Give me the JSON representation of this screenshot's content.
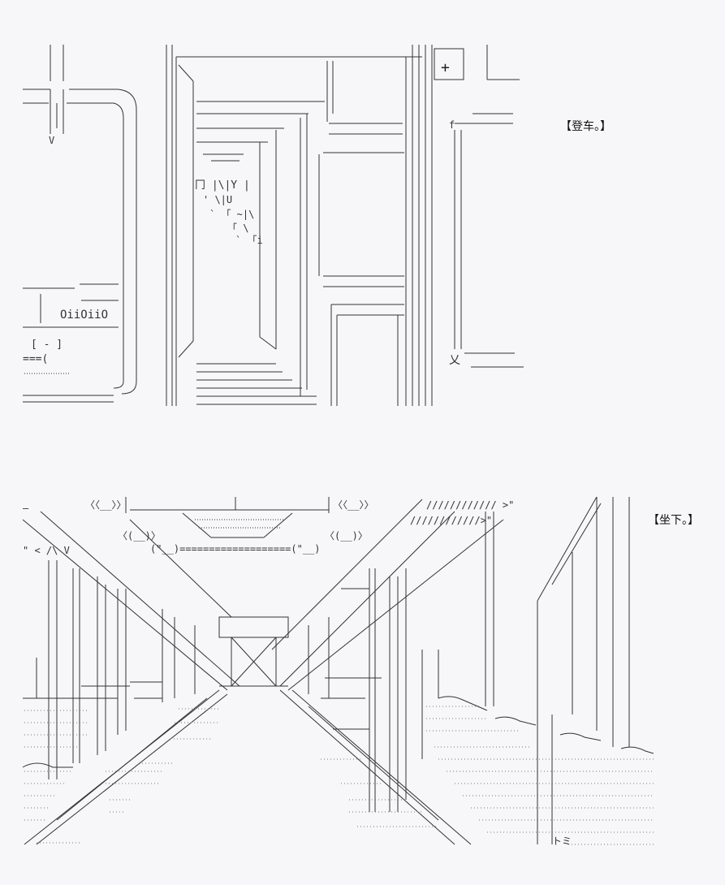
{
  "captions": {
    "top": "【登车。】",
    "bottom": "【坐下。】"
  },
  "glyphs": {
    "plus": "+",
    "y_mark": "Y",
    "ojijo": "OiiOiiO",
    "bracket": "[ - ]",
    "eq": "===(",
    "small_v": "V",
    "x_mark": "乂",
    "f_mark": "f",
    "tomi": "トミ",
    "slashes": "//////////// >\"",
    "slashes2": "////////////>\"",
    "bracket_pair": "〈〈__〉〉",
    "angle_a": "\" < /\\  V",
    "angle_b": "〈(__)〉",
    "eq_row": "(\"__)===================(\"__)"
  },
  "colors": {
    "background": "#f7f7f9",
    "ink": "#222222"
  }
}
